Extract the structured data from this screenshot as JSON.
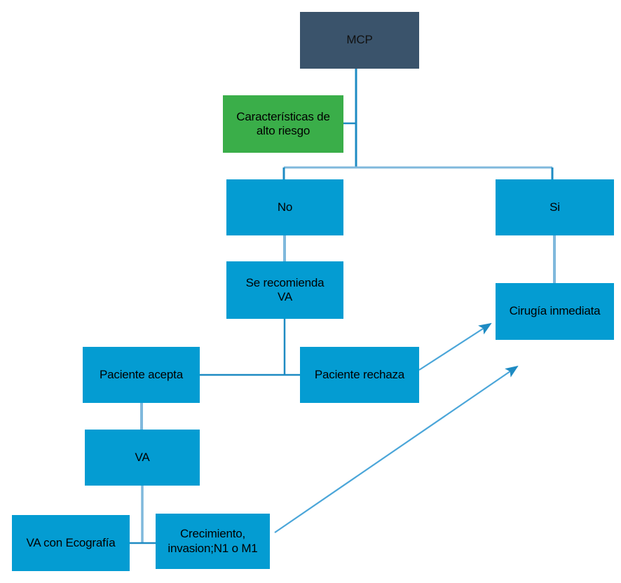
{
  "diagram": {
    "title": "MCP decision flowchart",
    "colors": {
      "root_fill": "#3A536B",
      "decision_fill": "#3AAE49",
      "step_fill": "#049CD2",
      "connector": "#1E8BC3",
      "connector_light": "#7FB8DC",
      "text": "#000000",
      "background": "#FFFFFF"
    },
    "nodes": {
      "root": {
        "label": "MCP"
      },
      "high_risk": {
        "label": "Características de\nalto riesgo"
      },
      "no": {
        "label": "No"
      },
      "yes": {
        "label": "Si"
      },
      "recommend_va": {
        "label": "Se recomienda\nVA"
      },
      "immediate_surgery": {
        "label": "Cirugía inmediata"
      },
      "patient_accepts": {
        "label": "Paciente acepta"
      },
      "patient_refuses": {
        "label": "Paciente rechaza"
      },
      "va": {
        "label": "VA"
      },
      "va_ultrasound": {
        "label": "VA con Ecografía"
      },
      "growth_invasion": {
        "label": "Crecimiento,\ninvasion;N1 o M1"
      }
    },
    "edges": [
      {
        "from": "root",
        "to": "high_risk",
        "style": "line"
      },
      {
        "from": "root",
        "to": "no",
        "style": "line"
      },
      {
        "from": "root",
        "to": "yes",
        "style": "line"
      },
      {
        "from": "no",
        "to": "recommend_va",
        "style": "line"
      },
      {
        "from": "yes",
        "to": "immediate_surgery",
        "style": "line"
      },
      {
        "from": "recommend_va",
        "to": "patient_accepts",
        "style": "line"
      },
      {
        "from": "recommend_va",
        "to": "patient_refuses",
        "style": "line"
      },
      {
        "from": "patient_accepts",
        "to": "va",
        "style": "line"
      },
      {
        "from": "va",
        "to": "va_ultrasound",
        "style": "line"
      },
      {
        "from": "va",
        "to": "growth_invasion",
        "style": "line"
      },
      {
        "from": "patient_refuses",
        "to": "immediate_surgery",
        "style": "arrow"
      },
      {
        "from": "growth_invasion",
        "to": "immediate_surgery",
        "style": "arrow"
      }
    ]
  }
}
